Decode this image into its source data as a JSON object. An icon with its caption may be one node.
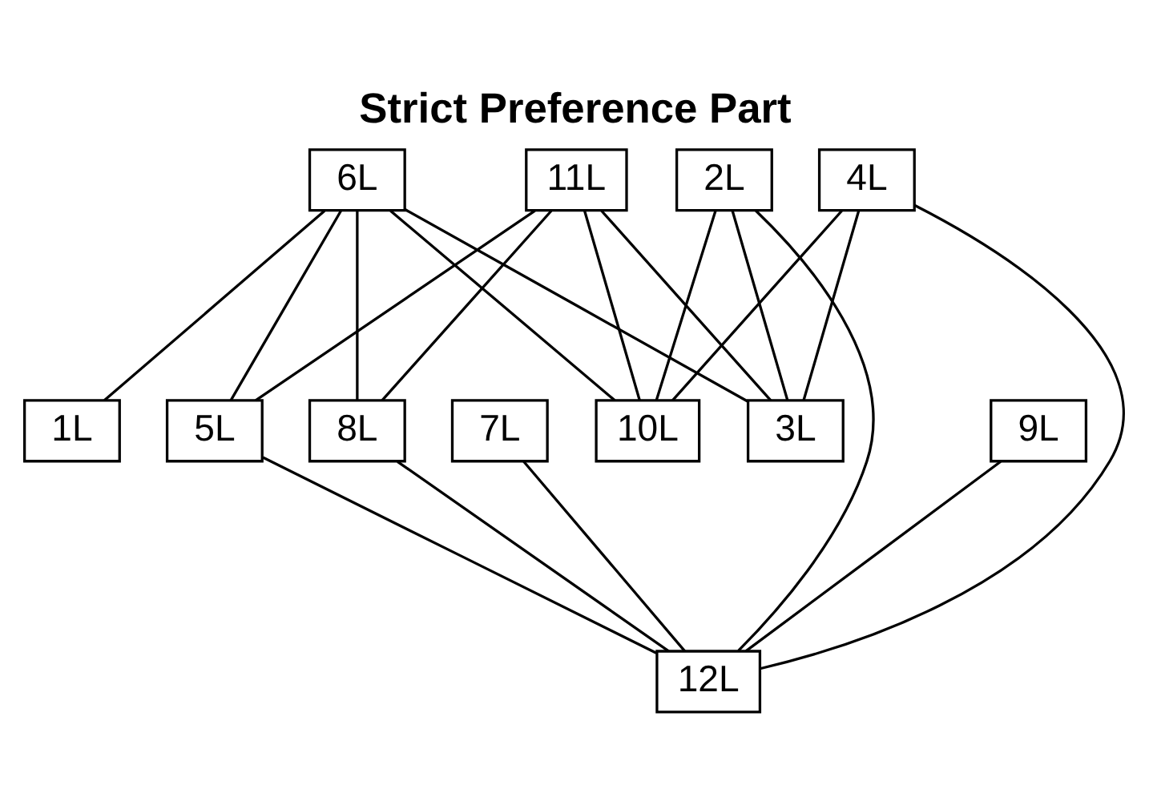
{
  "diagram": {
    "title": "Strict Preference Part",
    "nodes": [
      {
        "text": [
          "6L"
        ]
      },
      {
        "text": [
          "11L"
        ]
      },
      {
        "text": [
          "4L"
        ]
      },
      {
        "text": [
          "2L"
        ]
      },
      {
        "text": [
          "9L"
        ]
      },
      {
        "text": [
          "1L"
        ]
      },
      {
        "text": [
          "5L"
        ]
      },
      {
        "text": [
          "8L"
        ]
      },
      {
        "text": [
          "10L"
        ]
      },
      {
        "text": [
          "3L"
        ]
      },
      {
        "text": [
          "7L"
        ]
      },
      {
        "text": [
          "12L"
        ]
      }
    ],
    "edges": [
      {
        "from": 0,
        "to": 5,
        "arrow": "none"
      },
      {
        "from": 0,
        "to": 6,
        "arrow": "none"
      },
      {
        "from": 0,
        "to": 7,
        "arrow": "none"
      },
      {
        "from": 0,
        "to": 8,
        "arrow": "none"
      },
      {
        "from": 0,
        "to": 9,
        "arrow": "none"
      },
      {
        "from": 1,
        "to": 6,
        "arrow": "none"
      },
      {
        "from": 1,
        "to": 7,
        "arrow": "none"
      },
      {
        "from": 1,
        "to": 8,
        "arrow": "none"
      },
      {
        "from": 1,
        "to": 9,
        "arrow": "none"
      },
      {
        "from": 2,
        "to": 8,
        "arrow": "none"
      },
      {
        "from": 2,
        "to": 9,
        "arrow": "none"
      },
      {
        "from": 2,
        "to": 11,
        "arrow": "none"
      },
      {
        "from": 3,
        "to": 8,
        "arrow": "none"
      },
      {
        "from": 3,
        "to": 9,
        "arrow": "none"
      },
      {
        "from": 3,
        "to": 11,
        "arrow": "none"
      },
      {
        "from": 4,
        "to": 11,
        "arrow": "none"
      },
      {
        "from": 6,
        "to": 11,
        "arrow": "none"
      },
      {
        "from": 7,
        "to": 11,
        "arrow": "none"
      },
      {
        "from": 10,
        "to": 11,
        "arrow": "none"
      }
    ]
  }
}
